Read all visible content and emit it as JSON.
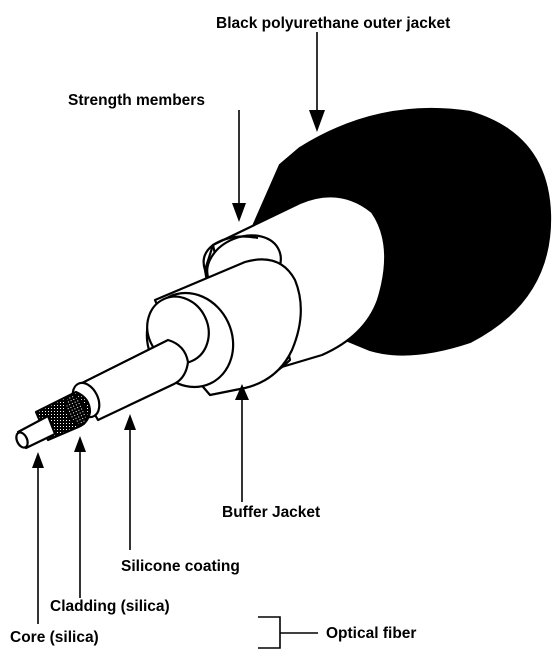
{
  "labels": {
    "outer_jacket": "Black polyurethane outer jacket",
    "strength_members": "Strength members",
    "buffer_jacket": "Buffer Jacket",
    "silicone_coating": "Silicone coating",
    "cladding": "Cladding (silica)",
    "core": "Core (silica)",
    "optical_fiber": "Optical fiber"
  },
  "colors": {
    "outer_jacket_fill": "#000000",
    "layer_fill": "#ffffff",
    "cladding_fill": "#1a1a1a",
    "line": "#000000"
  }
}
